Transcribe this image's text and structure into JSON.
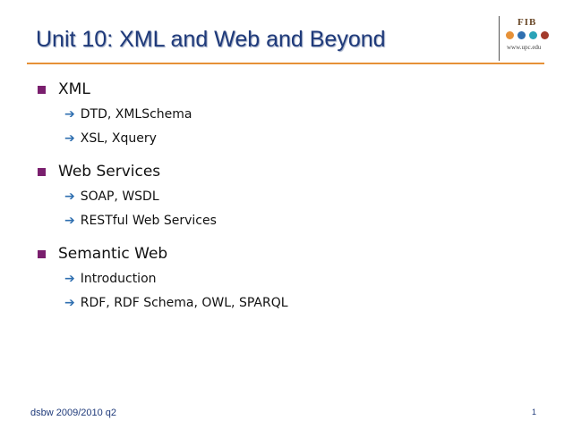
{
  "slide": {
    "title": "Unit 10: XML and Web and Beyond",
    "logo": {
      "text": "FIB",
      "url": "www.upc.edu",
      "dot_colors": [
        "#e69138",
        "#2f6fb0",
        "#2aa3b8",
        "#a33a2b"
      ]
    },
    "colors": {
      "title": "#1f3a7a",
      "rule": "#e69138",
      "bullet": "#7a1f6e",
      "arrow": "#2f6fb0"
    },
    "sections": [
      {
        "label": "XML",
        "items": [
          "DTD, XMLSchema",
          "XSL, Xquery"
        ]
      },
      {
        "label": "Web Services",
        "items": [
          "SOAP, WSDL",
          "RESTful Web Services"
        ]
      },
      {
        "label": "Semantic Web",
        "items": [
          "Introduction",
          "RDF, RDF Schema, OWL, SPARQL"
        ]
      }
    ],
    "footer": {
      "left": "dsbw  2009/2010 q2",
      "page_number": "1"
    }
  }
}
